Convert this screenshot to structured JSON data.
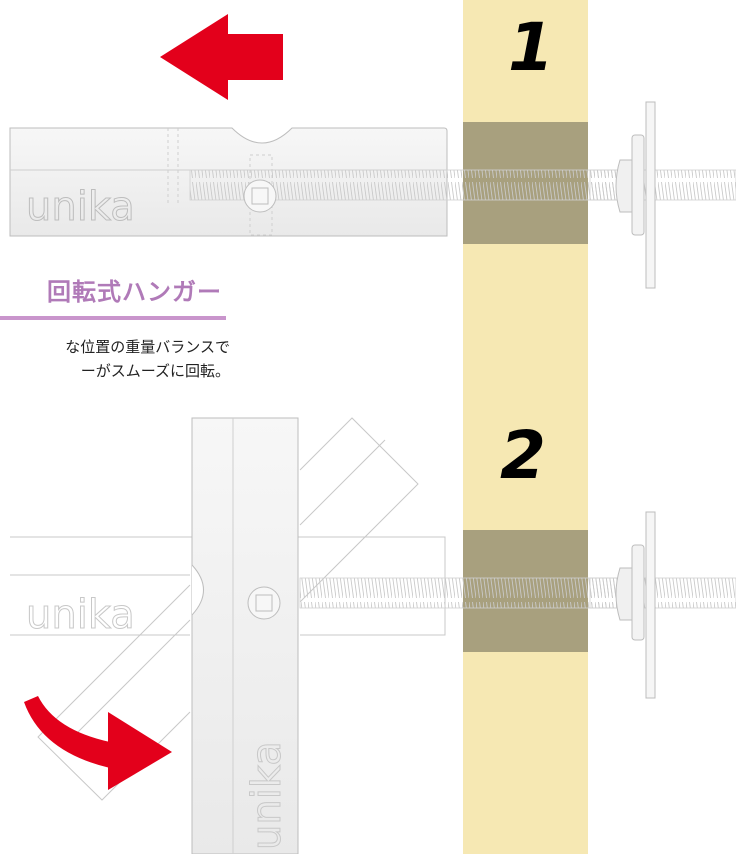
{
  "steps": [
    {
      "number": "1",
      "brand": "unika"
    },
    {
      "number": "2",
      "brand": "unika"
    }
  ],
  "feature": {
    "title": "回転式ハンガー",
    "lines": [
      "な位置の重量バランスで",
      "ーがスムーズに回転。"
    ]
  },
  "colors": {
    "wall": "#f6e8b3",
    "board": "#a8a07e",
    "arrow": "#e3001b",
    "heading": "#b07ab8",
    "metal": "#f2f2f2",
    "outline": "#bdbdbd"
  },
  "icons": [
    "left-arrow-icon",
    "rotate-arrow-icon",
    "screw-icon",
    "washer-icon"
  ]
}
